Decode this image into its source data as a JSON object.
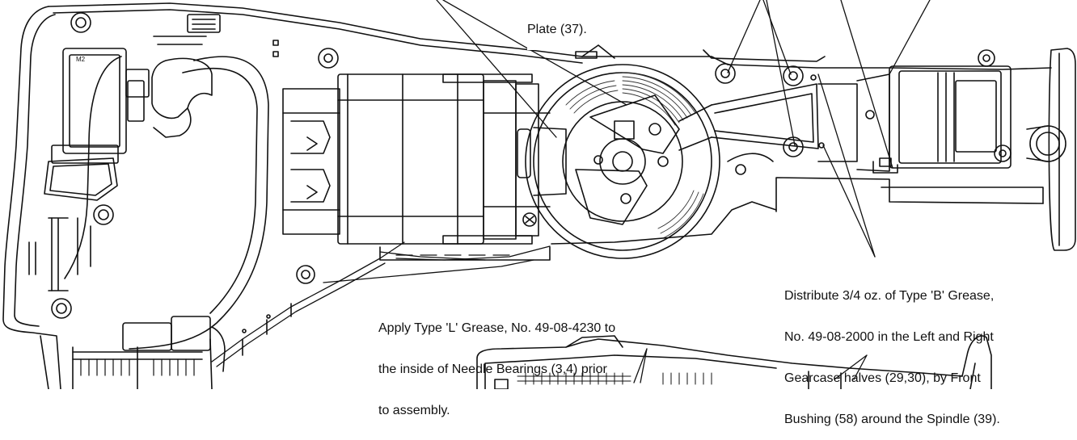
{
  "notes": {
    "top_center": {
      "lines": [
        "Plate (37)."
      ]
    },
    "needle_bearings": {
      "lines": [
        "Apply Type 'L' Grease, No. 49-08-4230 to",
        "the inside of Needle Bearings (3,4) prior",
        "to assembly."
      ]
    },
    "gearcase_grease": {
      "lines": [
        "Distribute 3/4 oz. of Type 'B' Grease,",
        "No. 49-08-2000 in the Left and Right",
        "Gearcase halves (29,30), by Front",
        "Bushing (58) around the Spindle (39)."
      ]
    }
  },
  "parts": {
    "motor_label": "M2"
  },
  "colors": {
    "line": "#111111",
    "background": "#ffffff"
  }
}
